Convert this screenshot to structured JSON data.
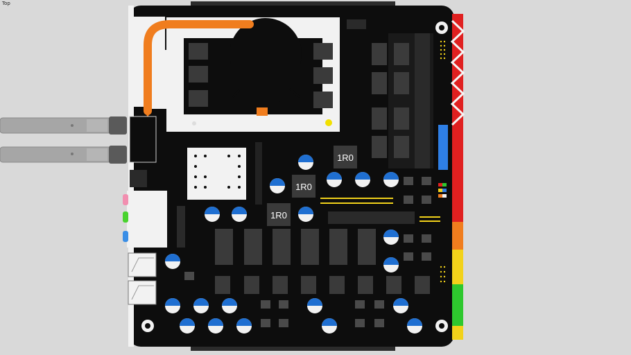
{
  "viewport": {
    "view_label": "Top"
  },
  "board": {
    "inductor_labels": [
      "1R0",
      "1R0",
      "1R0"
    ]
  },
  "colors": {
    "background": "#d9d9d9",
    "pcb": "#0d0d0d",
    "heatpipe": "#f07d1e",
    "heatsink": "#f2f2f2",
    "cap_blue": "#1f6fd1",
    "header_blue": "#2e7fe6",
    "edge_red": "#e02020",
    "edge_green": "#2ec82e",
    "edge_yellow": "#f2d21a"
  }
}
